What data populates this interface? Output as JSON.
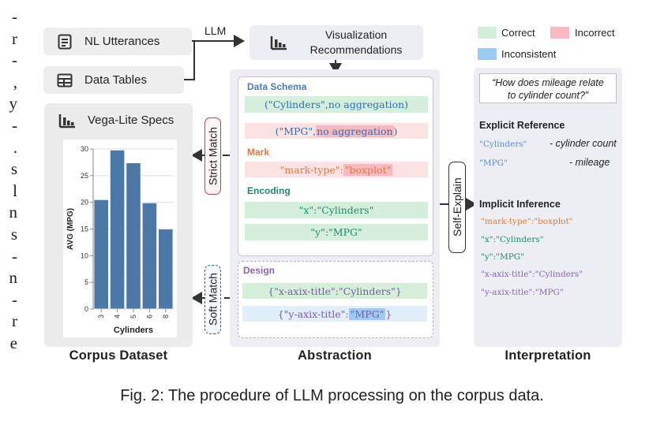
{
  "left_fragment": [
    "-",
    "r",
    "-",
    ",",
    "y",
    "-",
    ".",
    "s",
    "l",
    "n",
    "s",
    "-",
    "n",
    "-",
    "r",
    "e"
  ],
  "inputs": {
    "nl_utterances": "NL Utterances",
    "data_tables": "Data Tables",
    "llm": "LLM"
  },
  "visualization_recommendations": [
    "Visualization",
    "Recommendations"
  ],
  "legend": {
    "correct": "Correct",
    "incorrect": "Incorrect",
    "inconsistent": "Inconsistent",
    "colors": {
      "correct": "#d5efdb",
      "incorrect": "#f9b9c0",
      "inconsistent": "#9ccbf4"
    }
  },
  "corpus": {
    "title": "Vega-Lite Specs",
    "footer": "Corpus Dataset"
  },
  "chart_data": {
    "type": "bar",
    "categories": [
      "3",
      "4",
      "5",
      "6",
      "8"
    ],
    "values": [
      20.5,
      29.8,
      27.4,
      19.9,
      15.0
    ],
    "xlabel": "Cylinders",
    "ylabel": "AVG (MPG)",
    "ylim": [
      0,
      30
    ],
    "yticks": [
      "0",
      "5",
      "10",
      "15",
      "20",
      "25",
      "30"
    ],
    "bar_color": "#4c78a8",
    "grid": true
  },
  "abstraction": {
    "footer": "Abstraction",
    "data_schema": {
      "title": "Data Schema",
      "row1": "(\"Cylinders\",no aggregation)",
      "row2_a": "(\"MPG\",",
      "row2_b": "no aggregation",
      "row2_c": ")"
    },
    "mark": {
      "title": "Mark",
      "key": "\"mark-type\":",
      "value": "\"boxplot\""
    },
    "encoding": {
      "title": "Encoding",
      "x": "\"x\":\"Cylinders\"",
      "y": "\"y\":\"MPG\""
    },
    "design": {
      "title": "Design",
      "x_title": "{\"x-axix-title\":\"Cylinders\"}",
      "y_title_a": "{\"y-axix-title\":",
      "y_title_b": "\"MPG\"",
      "y_title_c": "}"
    }
  },
  "matches": {
    "strict": "Strict Match",
    "soft": "Soft Match",
    "self_explain": "Self-Explain"
  },
  "interpretation": {
    "footer": "Interpretation",
    "question": [
      "“How does mileage relate",
      "to cylinder count?”"
    ],
    "explicit_title": "Explicit Reference",
    "explicit": [
      {
        "key": "\"Cylinders\"",
        "desc": "- cylinder count"
      },
      {
        "key": "\"MPG\"",
        "desc": "- mileage"
      }
    ],
    "implicit_title": "Implicit Inference",
    "implicit": [
      "\"mark-type\":\"boxplot\"",
      "\"x\":\"Cylinders\"",
      "\"y\":\"MPG\"",
      "\"x-axix-title\":\"Cylinders\"",
      "\"y-axix-title\":\"MPG\""
    ]
  },
  "caption": "Fig. 2: The procedure of LLM processing on the corpus data."
}
